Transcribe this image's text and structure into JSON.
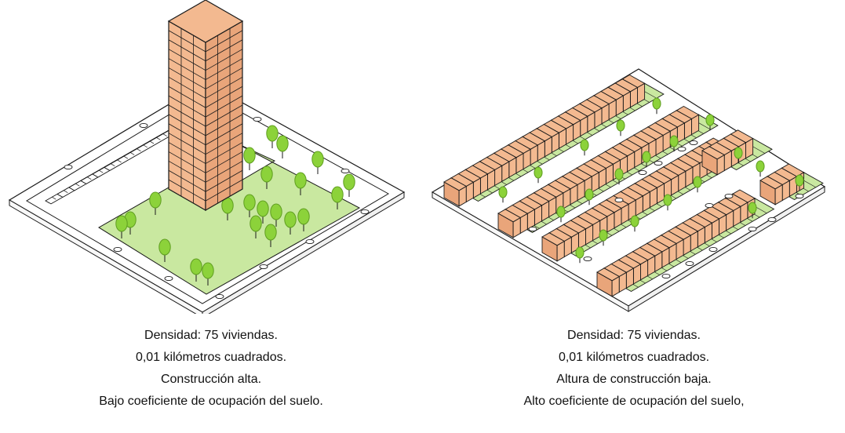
{
  "colors": {
    "building": "#f3b990",
    "building_side": "#e9a57a",
    "lawn": "#c9e8a0",
    "tree": "#8cd23a",
    "tree_dark": "#5f9e20",
    "outline": "#1a1a1a",
    "pavement": "#ffffff"
  },
  "panels": [
    {
      "illustration": "tower-block-icon",
      "caption": [
        "Densidad: 75 viviendas.",
        "0,01 kilómetros cuadrados.",
        "Construcción alta.",
        "Bajo coeficiente de ocupación del suelo."
      ]
    },
    {
      "illustration": "row-houses-icon",
      "caption": [
        "Densidad: 75 viviendas.",
        "0,01 kilómetros cuadrados.",
        "Altura de construcción baja.",
        "Alto coeficiente de ocupación del suelo,"
      ]
    }
  ]
}
